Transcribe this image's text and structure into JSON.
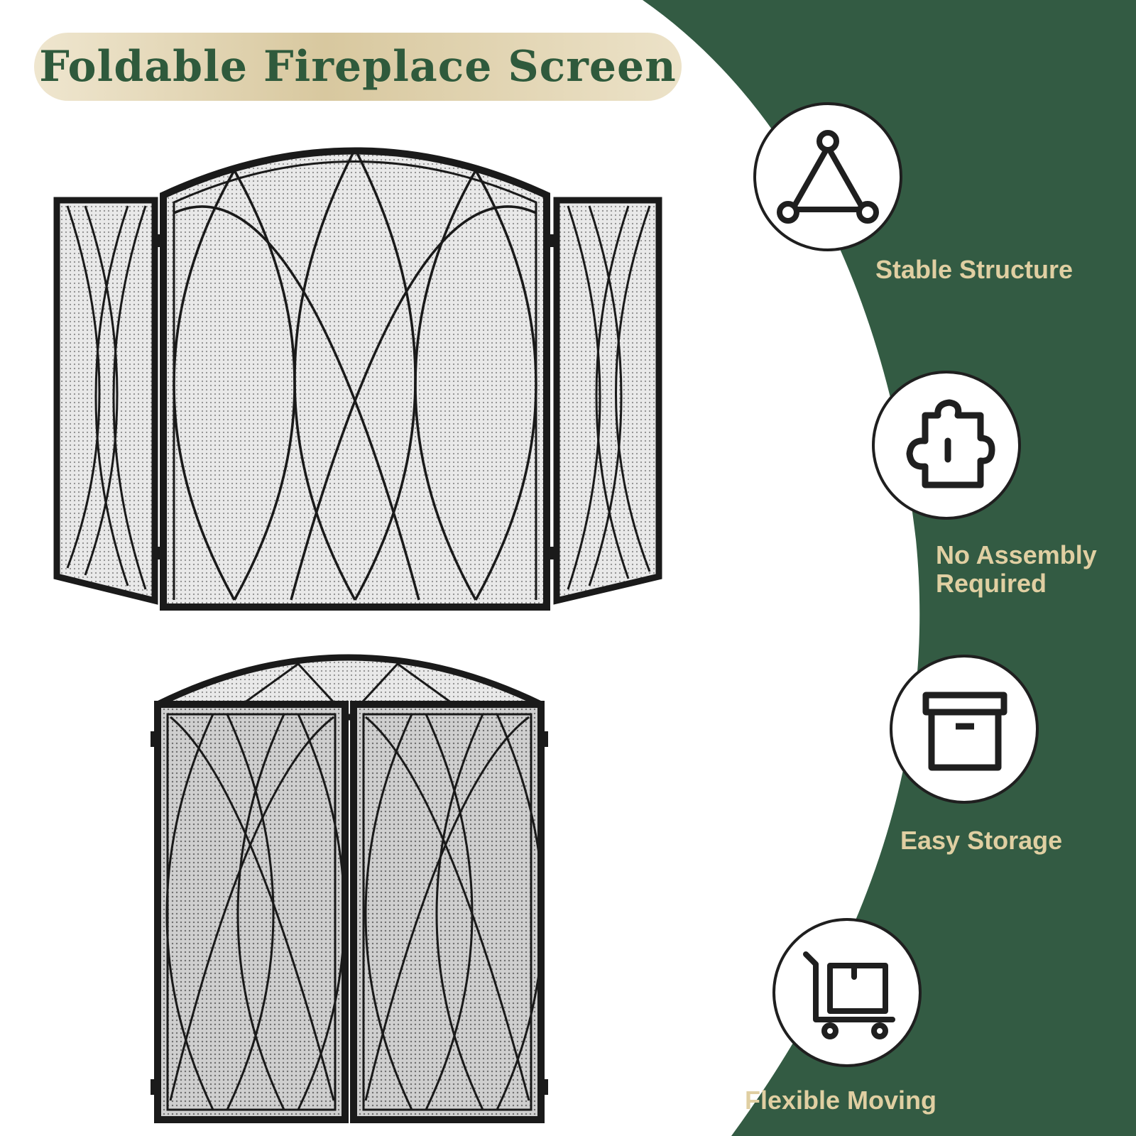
{
  "title": "Foldable Fireplace Screen",
  "colors": {
    "accent_green": "#335b43",
    "label_gold": "#e0cfa2",
    "title_green": "#2f5a3c",
    "frame_black": "#1a1a1a"
  },
  "features": [
    {
      "label": "Stable Structure",
      "icon": "triangle-structure-icon"
    },
    {
      "label": "No Assembly Required",
      "icon": "puzzle-piece-icon"
    },
    {
      "label": "Easy Storage",
      "icon": "storage-box-icon"
    },
    {
      "label": "Flexible Moving",
      "icon": "cart-icon"
    }
  ]
}
